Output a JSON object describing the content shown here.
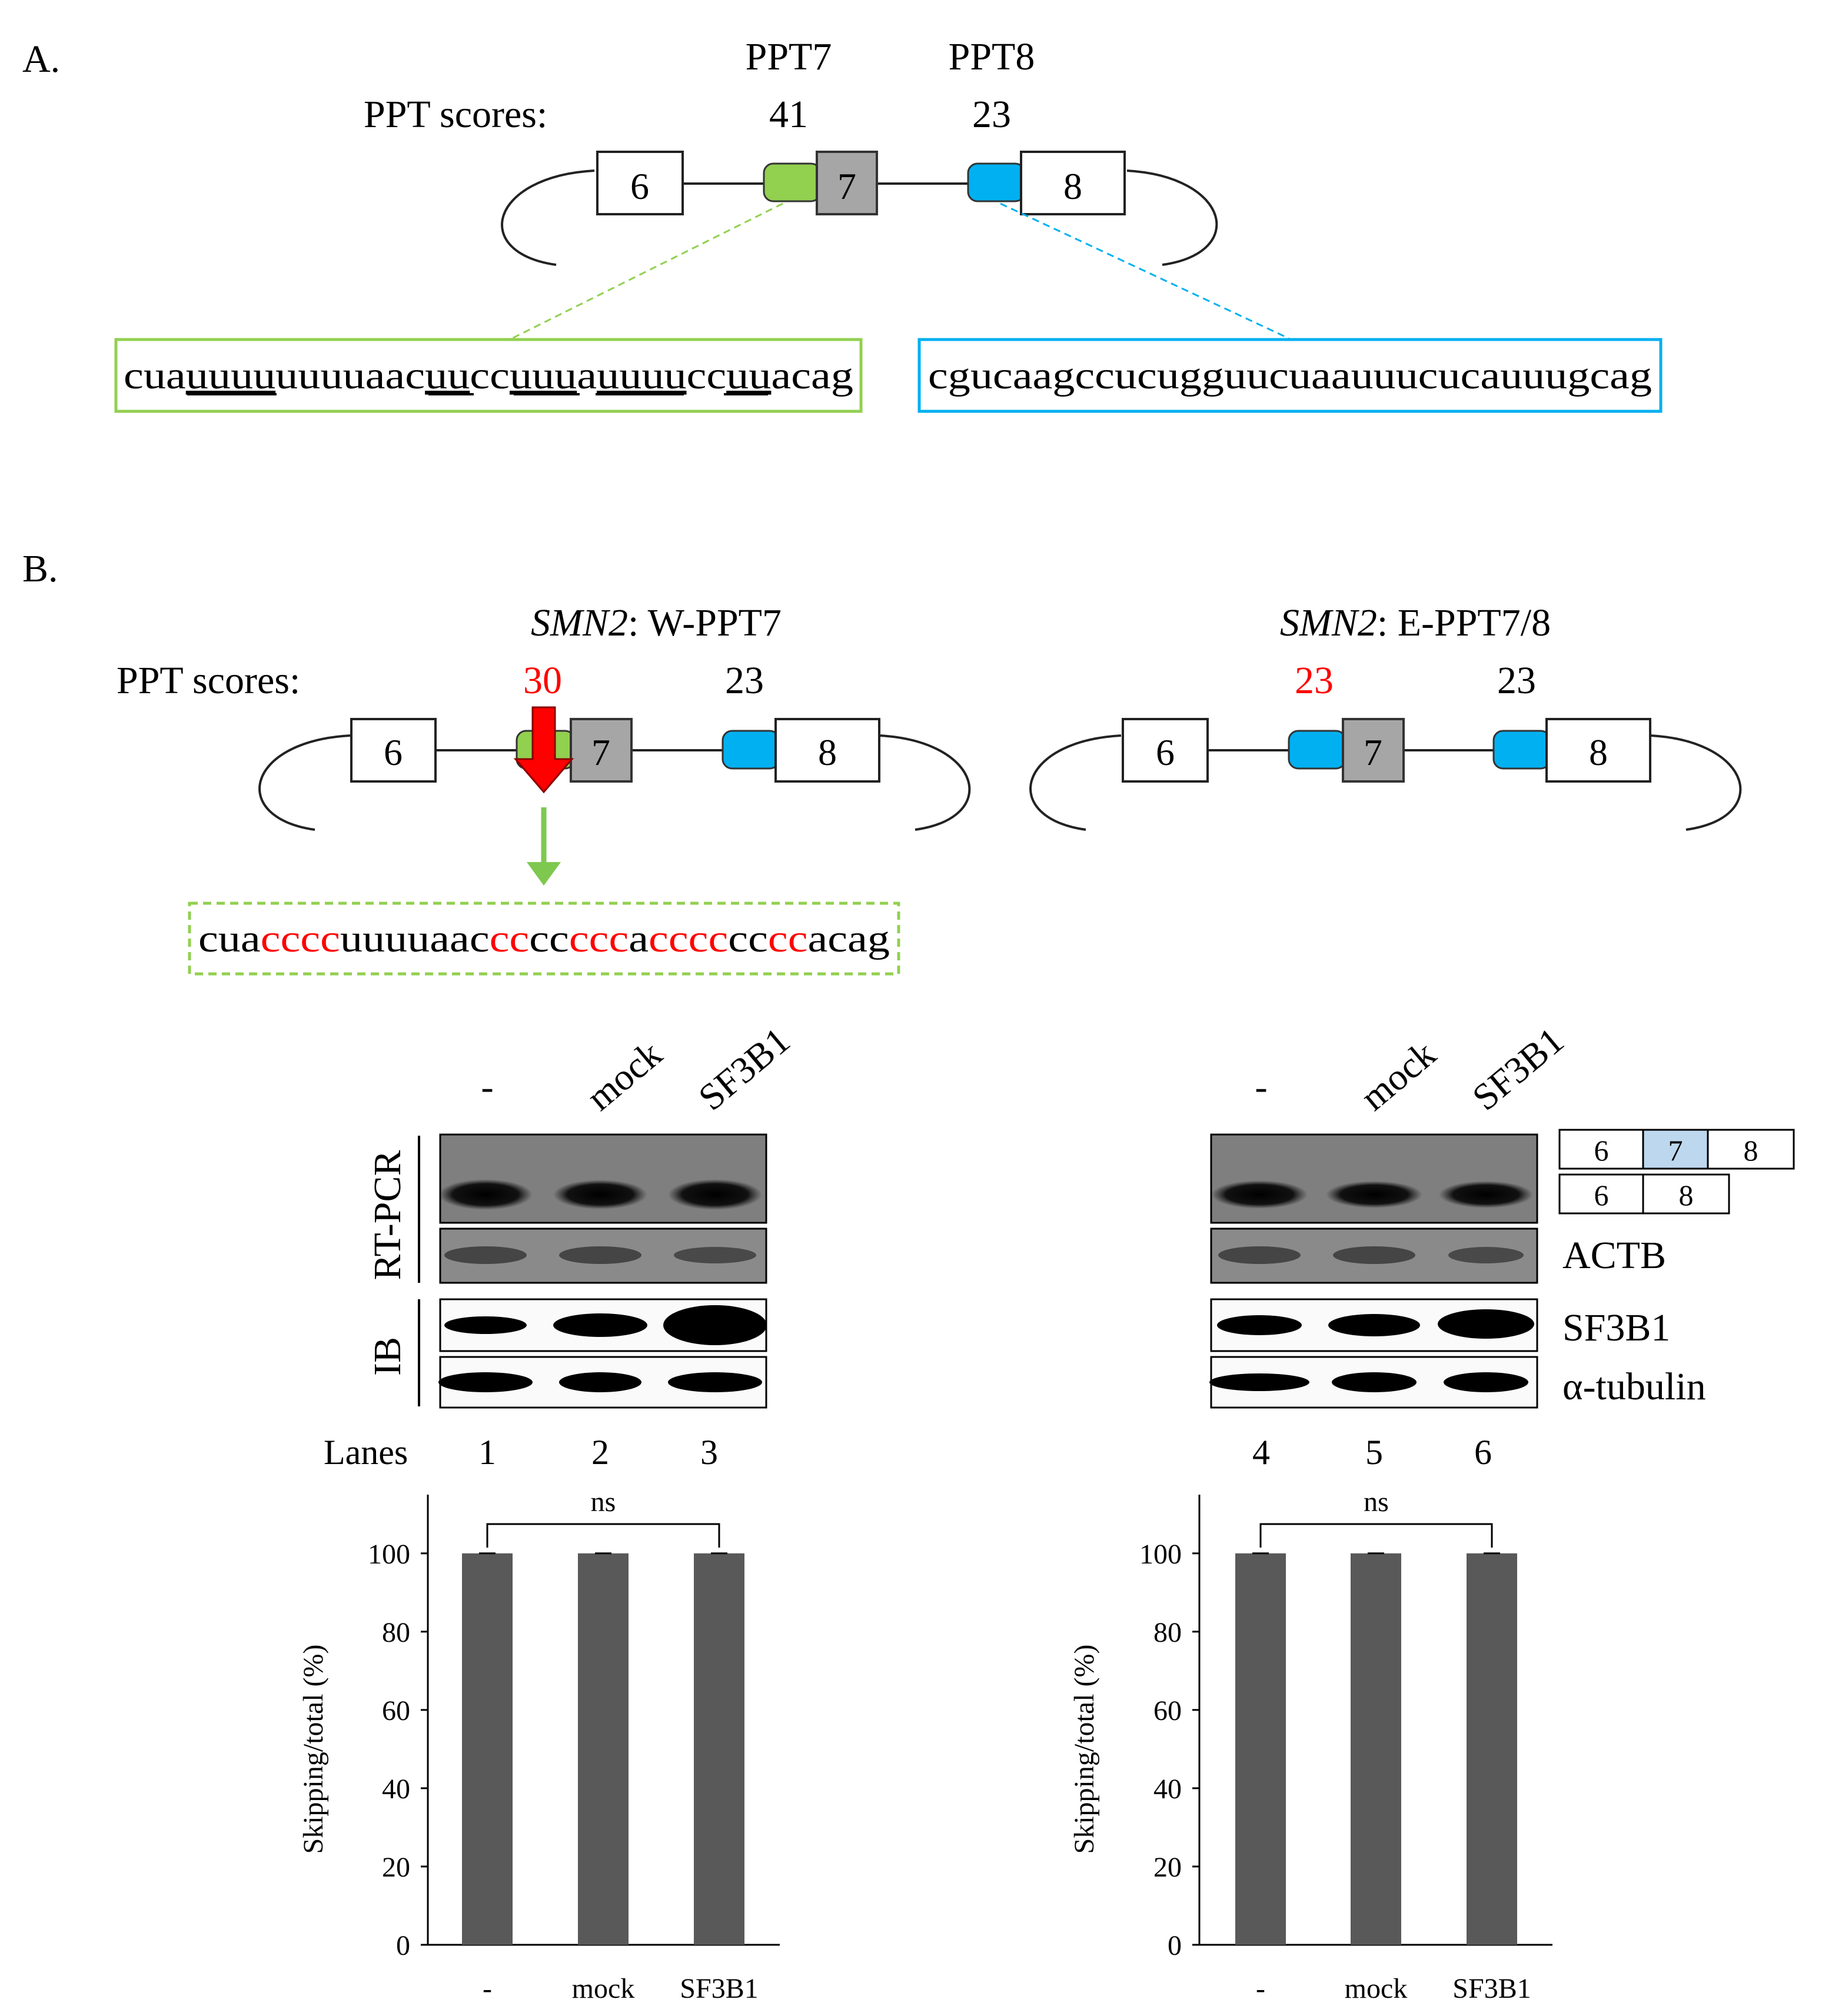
{
  "panel_a": {
    "label": "A.",
    "scores_label": "PPT scores:",
    "ppt7": {
      "name": "PPT7",
      "score": "41"
    },
    "ppt8": {
      "name": "PPT8",
      "score": "23"
    },
    "exons": {
      "e6": "6",
      "e7": "7",
      "e8": "8"
    },
    "seq_green": [
      "cua",
      "uuuu",
      "uuuuaac",
      "uu",
      "cc",
      "uuu",
      "a",
      "uuuu",
      "cc",
      "uu",
      "acag"
    ],
    "seq_blue": "cgucaagccucugguucuaauuucucauuugcag",
    "colors": {
      "green": "#92d050",
      "blue": "#00b0f0",
      "gray": "#a6a6a6"
    }
  },
  "panel_b": {
    "label": "B.",
    "scores_label": "PPT scores:",
    "left": {
      "gene": "SMN2",
      "construct": ": W-PPT7",
      "score7": "30",
      "score8": "23",
      "exons": {
        "e6": "6",
        "e7": "7",
        "e8": "8"
      },
      "mut_seq": [
        {
          "t": "cua",
          "red": false
        },
        {
          "t": "cccc",
          "red": true
        },
        {
          "t": "uuuuaac",
          "red": false
        },
        {
          "t": "cc",
          "red": true
        },
        {
          "t": "cc",
          "red": false
        },
        {
          "t": "ccc",
          "red": true
        },
        {
          "t": "a",
          "red": false
        },
        {
          "t": "cccc",
          "red": true
        },
        {
          "t": "cc",
          "red": false
        },
        {
          "t": "cc",
          "red": true
        },
        {
          "t": "acag",
          "red": false
        }
      ]
    },
    "right": {
      "gene": "SMN2",
      "construct": ": E-PPT7/8",
      "score7": "23",
      "score8": "23",
      "exons": {
        "e6": "6",
        "e7": "7",
        "e8": "8"
      }
    },
    "lane_headers": [
      "-",
      "mock",
      "SF3B1"
    ],
    "rtpcr_label": "RT-PCR",
    "ib_label": "IB",
    "lanes_label": "Lanes",
    "lanes_left": [
      "1",
      "2",
      "3"
    ],
    "lanes_right": [
      "4",
      "5",
      "6"
    ],
    "band_labels": {
      "actb": "ACTB",
      "sf3b1": "SF3B1",
      "tubulin": "α-tubulin"
    },
    "product_legend": {
      "top": [
        "6",
        "7",
        "8"
      ],
      "bottom": [
        "6",
        "8"
      ],
      "exon7_color": "#bdd7ee"
    },
    "sig_label": "ns"
  },
  "chart_data": [
    {
      "type": "bar",
      "categories": [
        "-",
        "mock",
        "SF3B1"
      ],
      "values": [
        100,
        100,
        100
      ],
      "ylabel": "Skipping/total (%)",
      "ylim": [
        0,
        115
      ],
      "yticks": [
        0,
        20,
        40,
        60,
        80,
        100
      ],
      "bar_color": "#595959",
      "annotation": "ns"
    },
    {
      "type": "bar",
      "categories": [
        "-",
        "mock",
        "SF3B1"
      ],
      "values": [
        100,
        100,
        100
      ],
      "ylabel": "Skipping/total (%)",
      "ylim": [
        0,
        115
      ],
      "yticks": [
        0,
        20,
        40,
        60,
        80,
        100
      ],
      "bar_color": "#595959",
      "annotation": "ns"
    }
  ]
}
